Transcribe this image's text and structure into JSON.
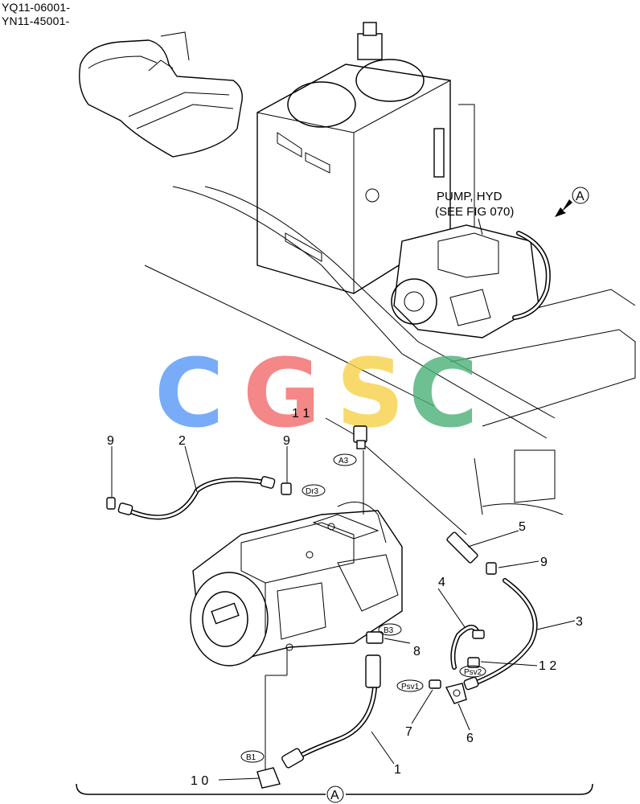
{
  "serial_numbers": [
    "YQ11-06001-",
    "YN11-45001-"
  ],
  "pump_note": {
    "line1": "PUMP, HYD",
    "line2": "(SEE FIG 070)"
  },
  "view_marker": "A",
  "watermark": {
    "letters": [
      "C",
      "G",
      "S",
      "C"
    ],
    "colors": [
      "#5b9bf8",
      "#f26d6d",
      "#f7d14c",
      "#4fb27a"
    ]
  },
  "callouts": {
    "c1": "1",
    "c2": "2",
    "c3": "3",
    "c4": "4",
    "c5": "5",
    "c6": "6",
    "c7": "7",
    "c8": "8",
    "c9": "9",
    "c10": "1 0",
    "c11": "1 1",
    "c12": "1 2"
  },
  "ports": {
    "a3": "A3",
    "dr3": "Dr3",
    "b3": "B3",
    "psv1": "Psv1",
    "psv2": "Psv2",
    "b1": "B1"
  }
}
